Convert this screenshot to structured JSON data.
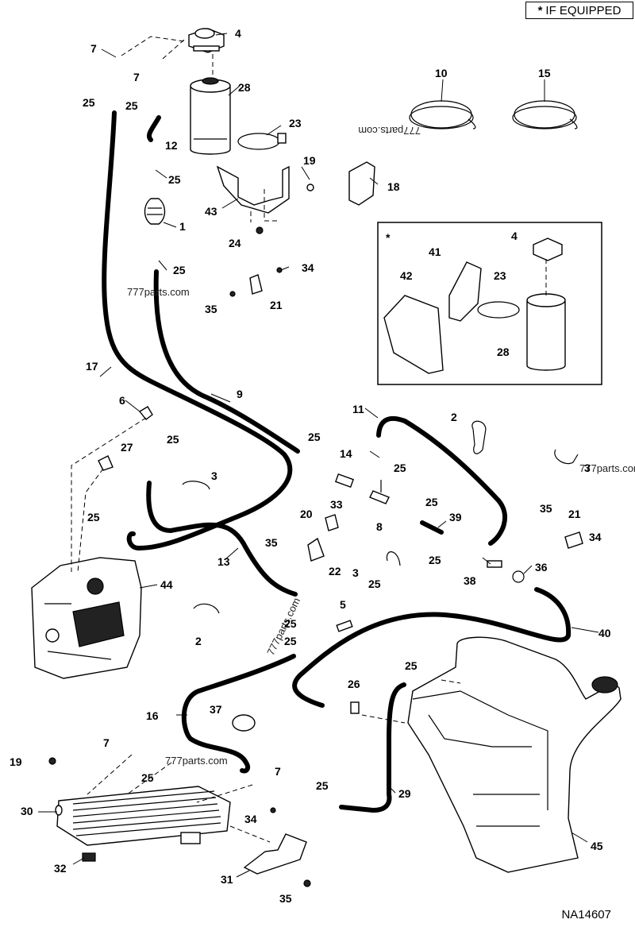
{
  "legend": {
    "star": "*",
    "text": "IF EQUIPPED"
  },
  "drawing_number": "NA14607",
  "watermark": "777parts.com",
  "callouts": [
    {
      "n": "7",
      "c": "top-left"
    },
    {
      "n": "4",
      "c": "filter-head"
    },
    {
      "n": "7",
      "c": "top-mid"
    },
    {
      "n": "25",
      "c": "a"
    },
    {
      "n": "25",
      "c": "b"
    },
    {
      "n": "28",
      "c": "filter"
    },
    {
      "n": "12",
      "c": "short-hose"
    },
    {
      "n": "23",
      "c": "band"
    },
    {
      "n": "25",
      "c": "c"
    },
    {
      "n": "19",
      "c": "bolt"
    },
    {
      "n": "18",
      "c": "bracket"
    },
    {
      "n": "43",
      "c": "bracket"
    },
    {
      "n": "1",
      "c": "bulb"
    },
    {
      "n": "24",
      "c": "nut"
    },
    {
      "n": "25",
      "c": "d"
    },
    {
      "n": "34",
      "c": "bolt"
    },
    {
      "n": "35",
      "c": "nut"
    },
    {
      "n": "21",
      "c": "clip"
    },
    {
      "n": "10",
      "c": "hose-coil"
    },
    {
      "n": "15",
      "c": "hose-coil"
    },
    {
      "n": "17",
      "c": "hose"
    },
    {
      "n": "9",
      "c": "hose"
    },
    {
      "n": "6",
      "c": "elbow"
    },
    {
      "n": "25",
      "c": "e"
    },
    {
      "n": "27",
      "c": "elbow"
    },
    {
      "n": "3",
      "c": "clamp"
    },
    {
      "n": "25",
      "c": "f"
    },
    {
      "n": "13",
      "c": "hose"
    },
    {
      "n": "44",
      "c": "engine"
    },
    {
      "n": "11",
      "c": "hose"
    },
    {
      "n": "2",
      "c": "clamp"
    },
    {
      "n": "25",
      "c": "g"
    },
    {
      "n": "14",
      "c": "check-valve"
    },
    {
      "n": "25",
      "c": "h"
    },
    {
      "n": "33",
      "c": "bolt"
    },
    {
      "n": "20",
      "c": "clip"
    },
    {
      "n": "8",
      "c": "tee"
    },
    {
      "n": "25",
      "c": "i"
    },
    {
      "n": "39",
      "c": "sleeve"
    },
    {
      "n": "35",
      "c": "nut"
    },
    {
      "n": "22",
      "c": "clip"
    },
    {
      "n": "3",
      "c": "clamp"
    },
    {
      "n": "25",
      "c": "j"
    },
    {
      "n": "3",
      "c": "clamp"
    },
    {
      "n": "35",
      "c": "nut"
    },
    {
      "n": "21",
      "c": "clip"
    },
    {
      "n": "34",
      "c": "bolt"
    },
    {
      "n": "38",
      "c": "fitting"
    },
    {
      "n": "36",
      "c": "clamp"
    },
    {
      "n": "2",
      "c": "clamp"
    },
    {
      "n": "25",
      "c": "k"
    },
    {
      "n": "5",
      "c": "fitting"
    },
    {
      "n": "25",
      "c": "l"
    },
    {
      "n": "25",
      "c": "m"
    },
    {
      "n": "40",
      "c": "hose"
    },
    {
      "n": "16",
      "c": "hose"
    },
    {
      "n": "37",
      "c": "grommet"
    },
    {
      "n": "25",
      "c": "n"
    },
    {
      "n": "26",
      "c": "clip"
    },
    {
      "n": "19",
      "c": "bolt"
    },
    {
      "n": "7",
      "c": "elbow"
    },
    {
      "n": "25",
      "c": "o"
    },
    {
      "n": "7",
      "c": "elbow"
    },
    {
      "n": "25",
      "c": "p"
    },
    {
      "n": "29",
      "c": "hose"
    },
    {
      "n": "30",
      "c": "cooler"
    },
    {
      "n": "34",
      "c": "bolt"
    },
    {
      "n": "32",
      "c": "clip"
    },
    {
      "n": "31",
      "c": "bracket"
    },
    {
      "n": "35",
      "c": "nut"
    },
    {
      "n": "45",
      "c": "tank"
    }
  ],
  "inset": {
    "star": "*",
    "callouts": [
      {
        "n": "4"
      },
      {
        "n": "41"
      },
      {
        "n": "42"
      },
      {
        "n": "23"
      },
      {
        "n": "28"
      }
    ]
  }
}
